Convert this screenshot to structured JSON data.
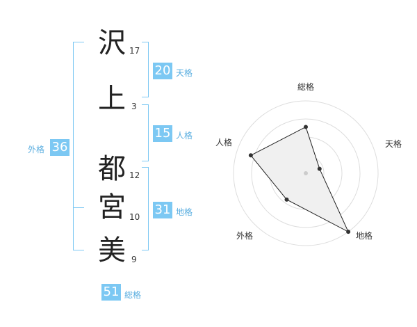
{
  "name": {
    "chars": [
      {
        "char": "沢",
        "strokes": "17"
      },
      {
        "char": "上",
        "strokes": "3"
      },
      {
        "char": "都",
        "strokes": "12"
      },
      {
        "char": "宮",
        "strokes": "10"
      },
      {
        "char": "美",
        "strokes": "9"
      }
    ]
  },
  "kaku": {
    "tenkaku": {
      "value": "20",
      "label": "天格"
    },
    "jinkaku": {
      "value": "15",
      "label": "人格"
    },
    "chikaku": {
      "value": "31",
      "label": "地格"
    },
    "gaikaku": {
      "value": "36",
      "label": "外格"
    },
    "soukaku": {
      "value": "51",
      "label": "総格"
    }
  },
  "chart_data": {
    "type": "radar",
    "axes": [
      "総格",
      "天格",
      "地格",
      "外格",
      "人格"
    ],
    "values": [
      0.64,
      0.2,
      1.0,
      0.45,
      0.8
    ],
    "rings": 4,
    "colors": {
      "fill": "#f0f0f0",
      "ring": "#dddddd",
      "line": "#222222"
    }
  }
}
